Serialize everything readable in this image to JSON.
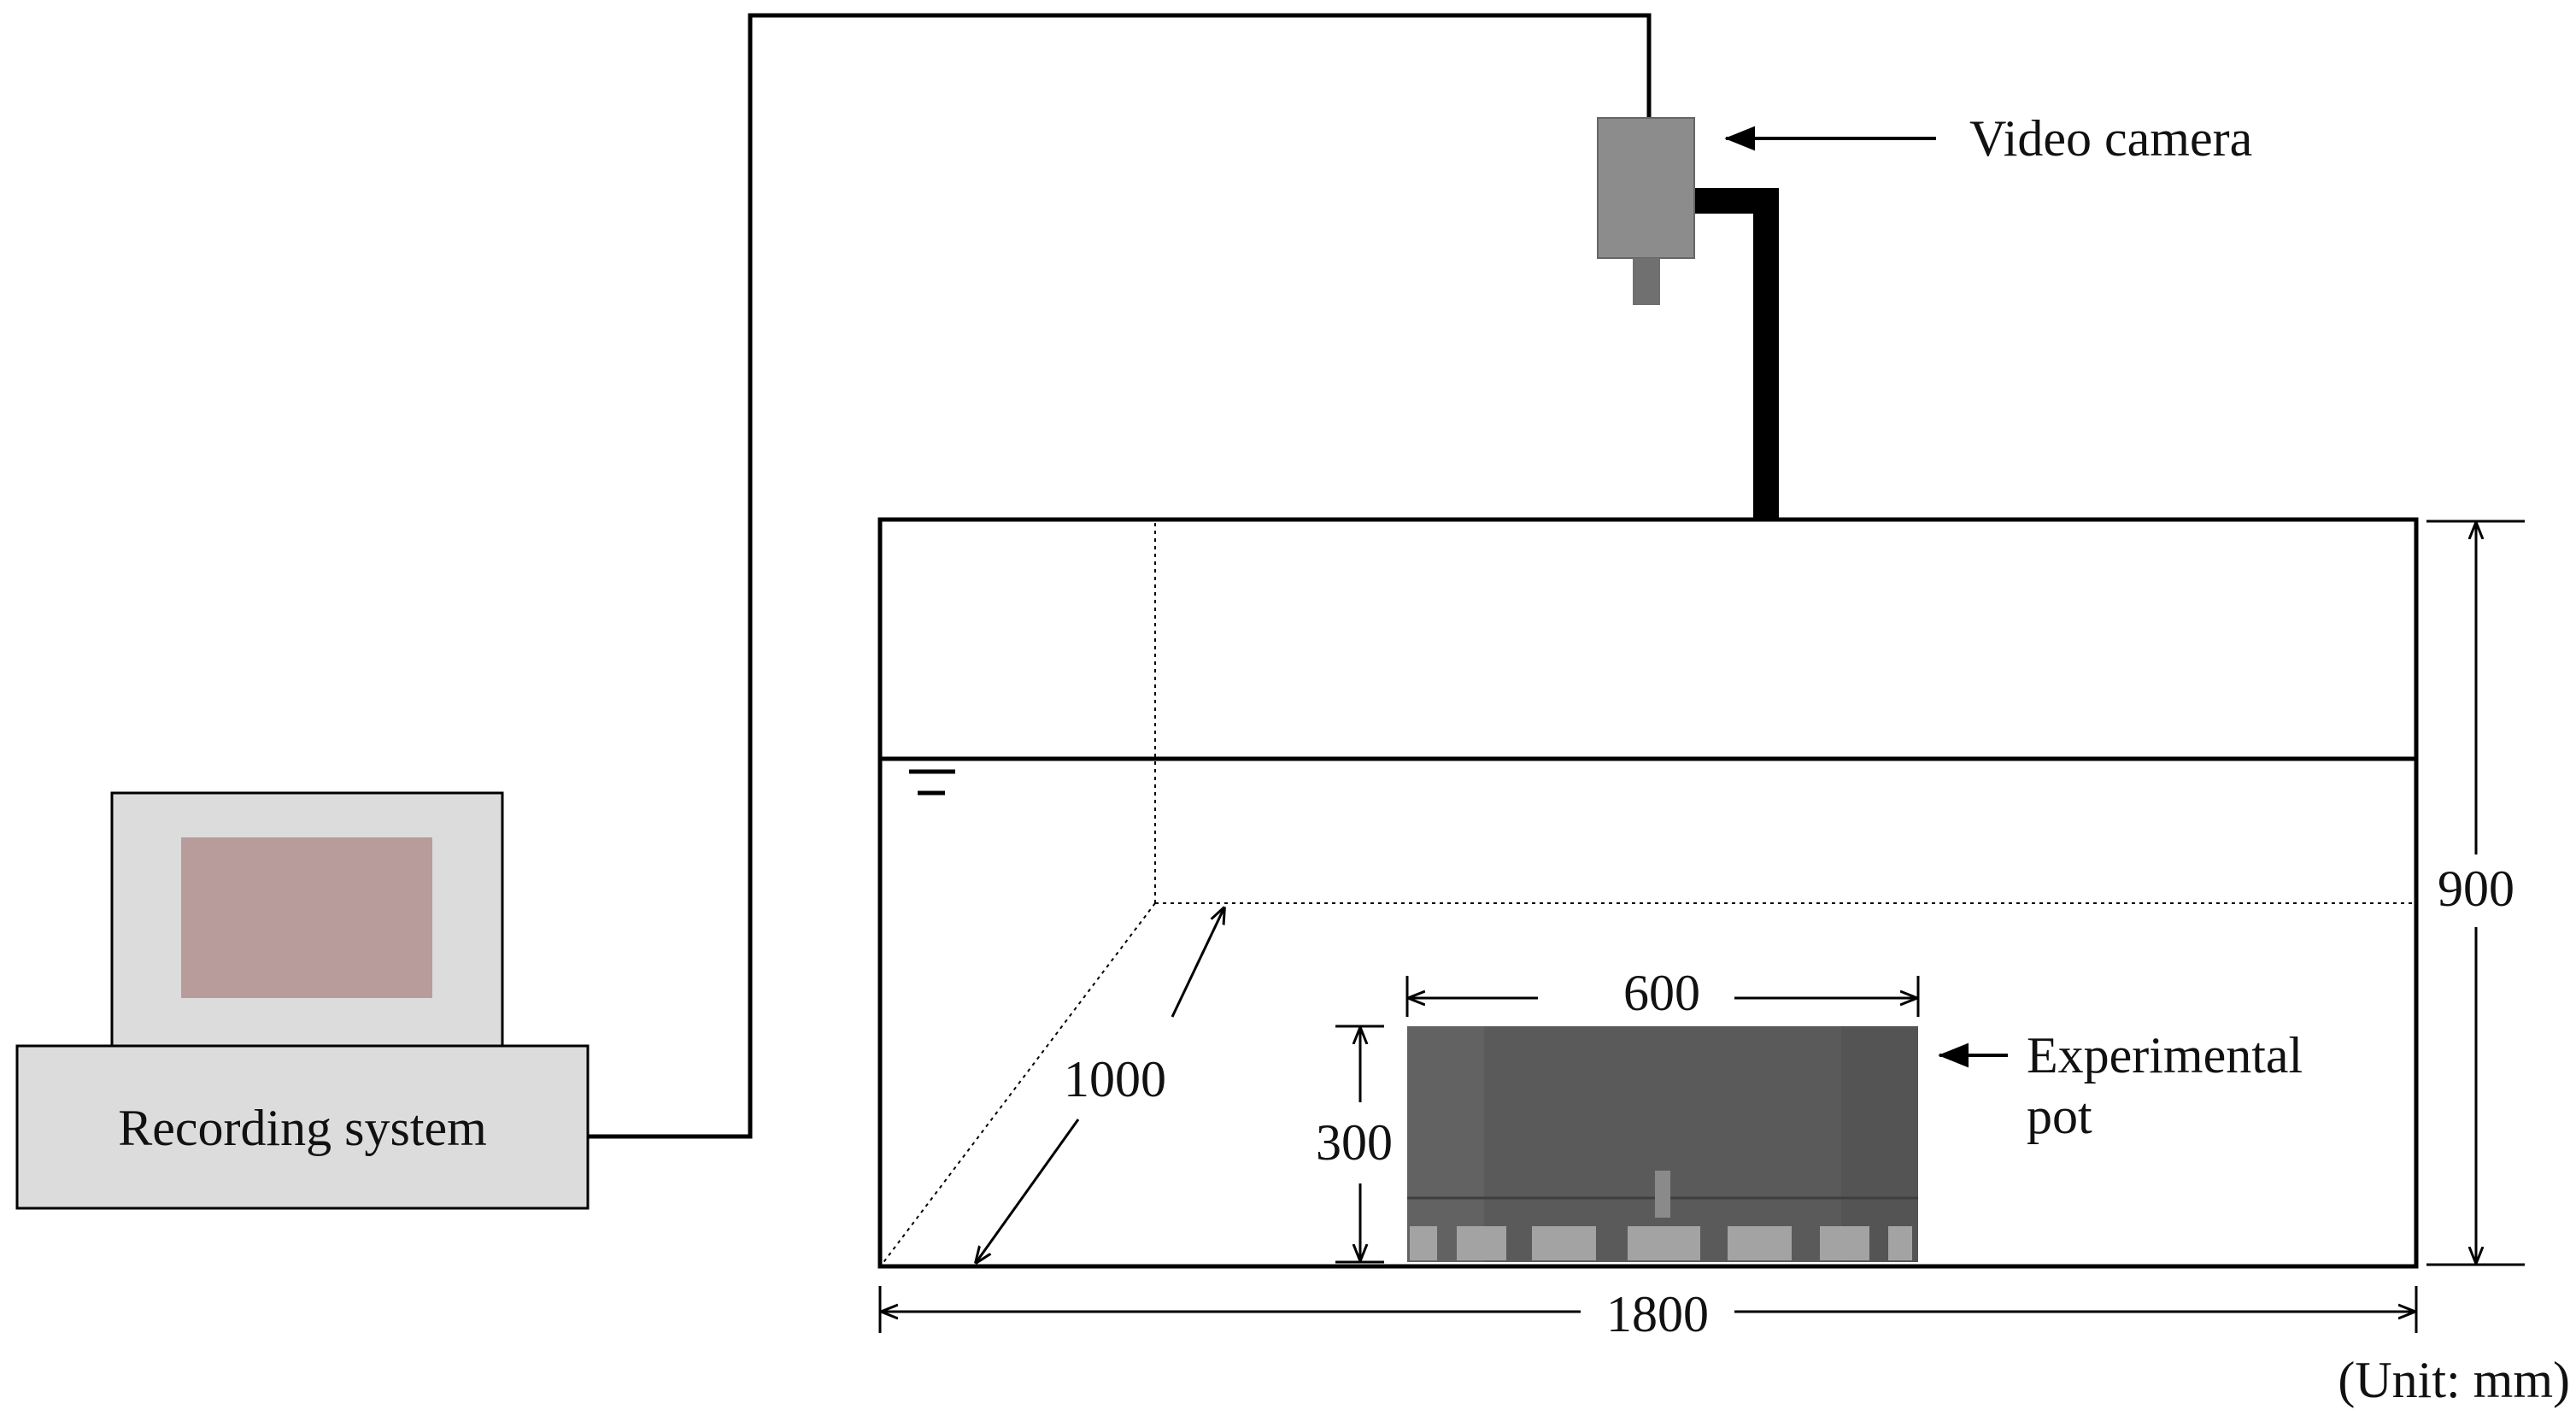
{
  "labels": {
    "camera": "Video camera",
    "recording": "Recording system",
    "pot_line1": "Experimental",
    "pot_line2": "pot",
    "unit": "(Unit: mm)"
  },
  "dimensions": {
    "tank_length": "1800",
    "tank_height": "900",
    "tank_depth": "1000",
    "pot_width": "600",
    "pot_height": "300"
  },
  "colors": {
    "line": "#000000",
    "camera_body": "#8c8c8c",
    "camera_lens": "#707070",
    "monitor_frame": "#dcdcdc",
    "monitor_screen": "#b89c9c",
    "recorder_box": "#dcdcdc",
    "pot_fill": "#5a5a5a",
    "pot_band": "#a3a3a3"
  }
}
